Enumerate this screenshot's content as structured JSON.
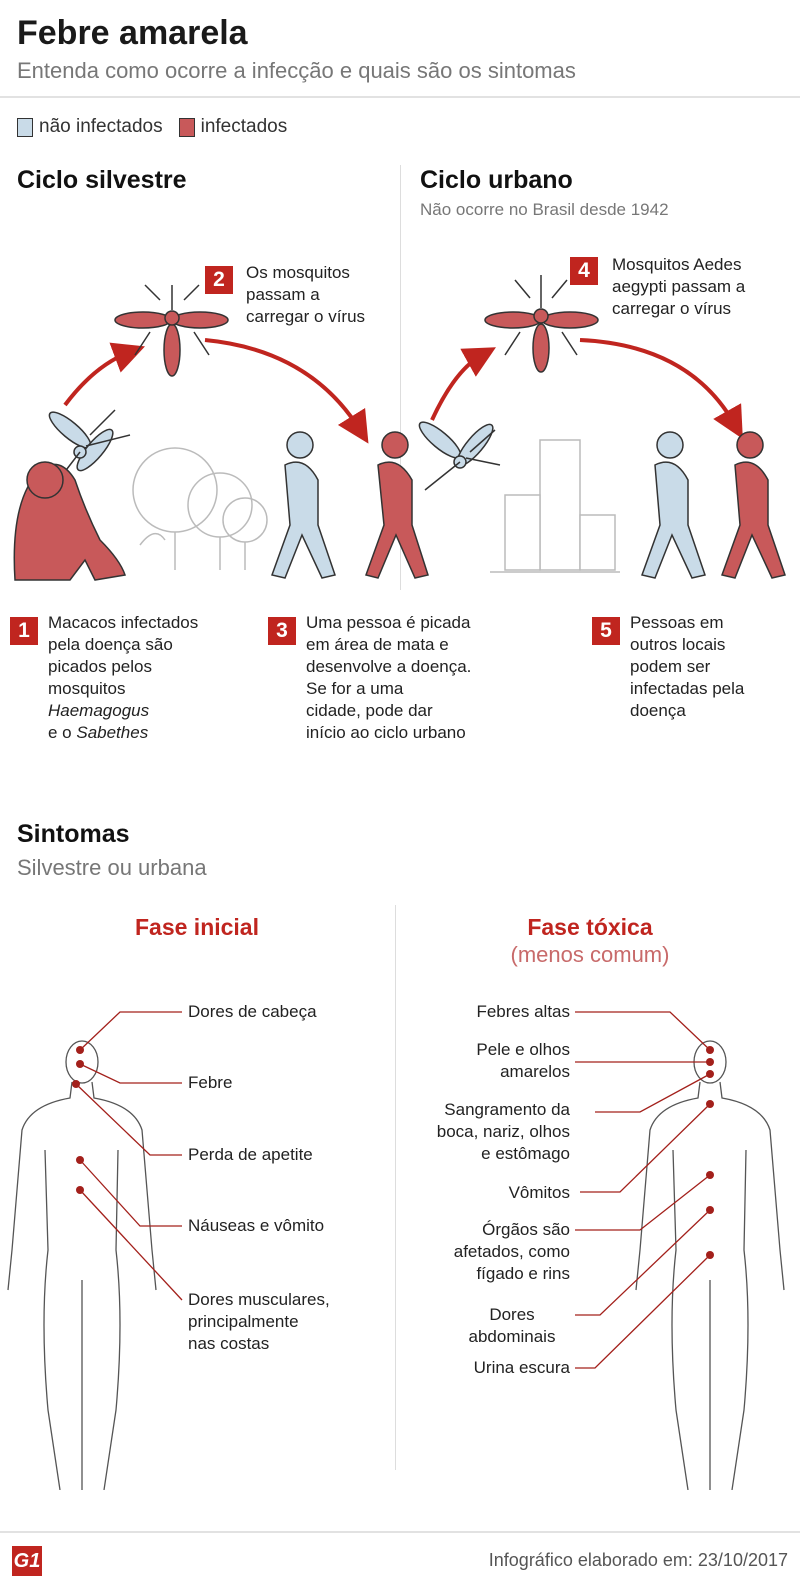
{
  "header": {
    "title": "Febre amarela",
    "subtitle": "Entenda como ocorre a infecção e quais são os sintomas"
  },
  "legend": [
    {
      "label": "não infectados",
      "color": "#c9dbe8"
    },
    {
      "label": "infectados",
      "color": "#c8595a"
    }
  ],
  "silvestre": {
    "title": "Ciclo silvestre"
  },
  "urbano": {
    "title": "Ciclo urbano",
    "subtitle": "Não ocorre no Brasil desde 1942"
  },
  "steps": [
    {
      "n": "1",
      "lines": [
        "Macacos infectados",
        "pela doença são",
        "picados pelos",
        "mosquitos"
      ],
      "italic1": "Haemagogus",
      "tail_pre": "e o ",
      "italic2": "Sabethes"
    },
    {
      "n": "2",
      "lines": [
        "Os mosquitos",
        "passam a",
        "carregar o vírus"
      ]
    },
    {
      "n": "3",
      "lines": [
        "Uma pessoa é picada",
        "em área de mata e",
        "desenvolve a doença.",
        "Se for a uma",
        "cidade, pode dar",
        "início ao ciclo urbano"
      ]
    },
    {
      "n": "4",
      "lines": [
        "Mosquitos Aedes",
        "aegypti passam a",
        "carregar o vírus"
      ]
    },
    {
      "n": "5",
      "lines": [
        "Pessoas em",
        "outros locais",
        "podem ser",
        "infectadas pela",
        "doença"
      ]
    }
  ],
  "sintomas": {
    "title": "Sintomas",
    "subtitle": "Silvestre ou urbana"
  },
  "fase_inicial": {
    "title": "Fase inicial",
    "items": [
      "Dores de cabeça",
      "Febre",
      "Perda de apetite",
      "Náuseas e vômito",
      "Dores musculares,\nprincipalmente\nnas costas"
    ]
  },
  "fase_toxica": {
    "title": "Fase tóxica",
    "subtitle": "(menos comum)",
    "items": [
      "Febres altas",
      "Pele e olhos\namarelos",
      "Sangramento da\nboca, nariz, olhos\ne estômago",
      "Vômitos",
      "Órgãos são\nafetados, como\nfígado e rins",
      "Dores\nabdominais",
      "Urina escura"
    ]
  },
  "footer": {
    "logo": "G1",
    "credit": "Infográfico elaborado em: 23/10/2017"
  },
  "colors": {
    "accent": "#c0251f",
    "infected": "#c8595a",
    "healthy": "#c9dbe8"
  }
}
